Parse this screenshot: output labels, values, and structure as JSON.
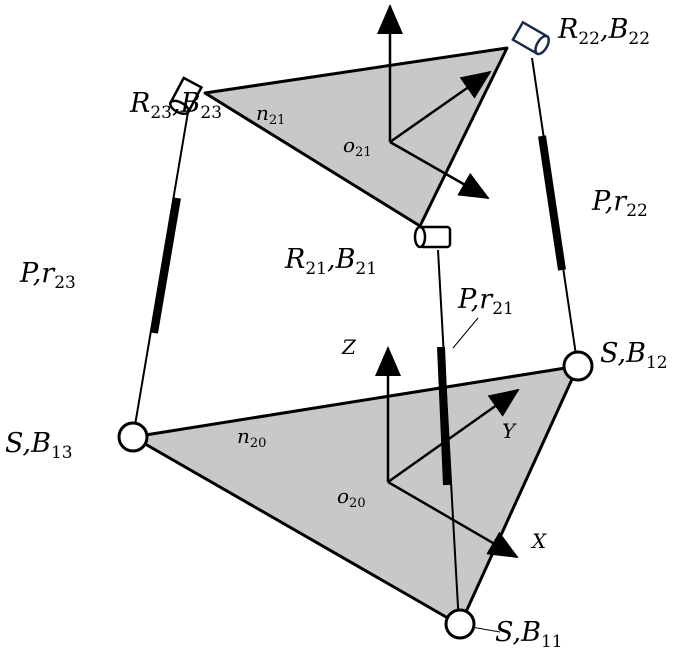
{
  "colors": {
    "platform_fill": "#c8c8c8",
    "stroke": "#000000",
    "joint_fill": "#ffffff",
    "joint_r22_stroke": "#1a2a4a"
  },
  "labels": {
    "r23_b23": {
      "main1": "R",
      "sub1": "23",
      "main2": ",B",
      "sub2": "23"
    },
    "r22_b22": {
      "main1": "R",
      "sub1": "22",
      "main2": ",B",
      "sub2": "22"
    },
    "r21_b21": {
      "main1": "R",
      "sub1": "21",
      "main2": ",B",
      "sub2": "21"
    },
    "p_r22": {
      "main1": "P",
      "main2": ",r",
      "sub2": "22"
    },
    "p_r23": {
      "main1": "P",
      "main2": ",r",
      "sub2": "23"
    },
    "p_r21": {
      "main1": "P",
      "main2": ",r",
      "sub2": "21"
    },
    "s_b12": {
      "main1": "S",
      "main2": ",B",
      "sub2": "12"
    },
    "s_b13": {
      "main1": "S",
      "main2": ",B",
      "sub2": "13"
    },
    "s_b11": {
      "main1": "S",
      "main2": ",B",
      "sub2": "11"
    },
    "n21": {
      "main": "n",
      "sub": "21"
    },
    "o21": {
      "main": "o",
      "sub": "21"
    },
    "n20": {
      "main": "n",
      "sub": "20"
    },
    "o20": {
      "main": "o",
      "sub": "20"
    },
    "axis_z": "Z",
    "axis_y": "Y",
    "axis_x": "X"
  }
}
